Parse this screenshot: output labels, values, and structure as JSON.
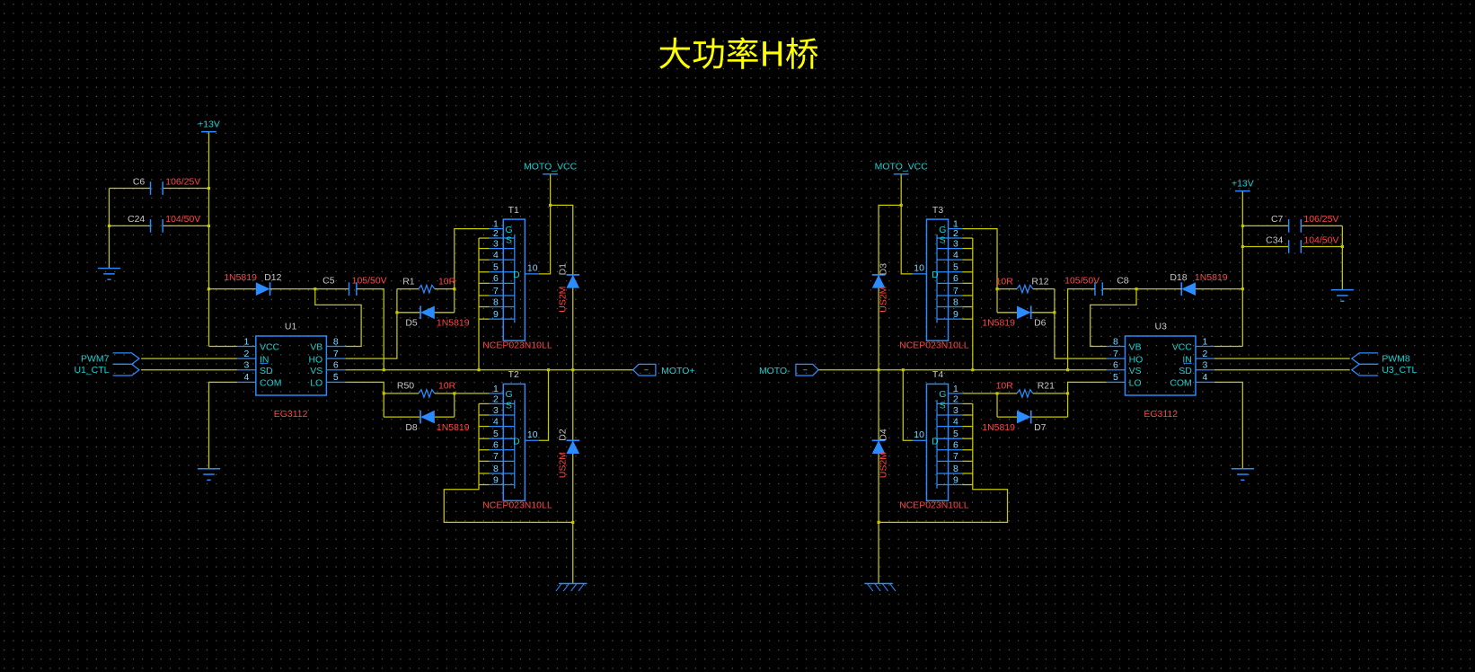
{
  "title": "大功率H桥",
  "colors": {
    "background": "#000000",
    "wire": "#c8c800",
    "component": "#2b8cff",
    "net_label": "#19d2d2",
    "value": "#ff4646",
    "reference": "#c8c8c8",
    "title": "#ffff00"
  },
  "fet_pins": {
    "numbers": [
      "1",
      "2",
      "3",
      "4",
      "5",
      "6",
      "7",
      "8",
      "9"
    ],
    "drain_number": "10",
    "gate": "G",
    "source": "S",
    "drain": "D"
  },
  "left": {
    "power": "+13V",
    "caps": [
      {
        "ref": "C6",
        "value": "106/25V"
      },
      {
        "ref": "C24",
        "value": "104/50V"
      }
    ],
    "boot_diode": {
      "ref": "D12",
      "value": "1N5819"
    },
    "boot_cap": {
      "ref": "C5",
      "value": "105/50V"
    },
    "driver": {
      "ref": "U1",
      "part": "EG3112",
      "in_pins": [
        {
          "num": "1",
          "name": "VCC"
        },
        {
          "num": "2",
          "name": "IN"
        },
        {
          "num": "3",
          "name": "SD"
        },
        {
          "num": "4",
          "name": "COM"
        }
      ],
      "out_pins": [
        {
          "num": "8",
          "name": "VB"
        },
        {
          "num": "7",
          "name": "HO"
        },
        {
          "num": "6",
          "name": "VS"
        },
        {
          "num": "5",
          "name": "LO"
        }
      ]
    },
    "high_gate": {
      "res_ref": "R1",
      "res_value": "10R",
      "diode_ref": "D5",
      "diode_value": "1N5819"
    },
    "low_gate": {
      "res_ref": "R50",
      "res_value": "10R",
      "diode_ref": "D8",
      "diode_value": "1N5819"
    },
    "high_fet": {
      "ref": "T1",
      "part": "NCEP023N10LL"
    },
    "low_fet": {
      "ref": "T2",
      "part": "NCEP023N10LL"
    },
    "high_clamp": {
      "ref": "D1",
      "value": "US2M"
    },
    "low_clamp": {
      "ref": "D2",
      "value": "US2M"
    },
    "supply": "MOTO_VCC",
    "inputs": [
      "PWM7",
      "U1_CTL"
    ],
    "output": "MOTO+"
  },
  "right": {
    "power": "+13V",
    "caps": [
      {
        "ref": "C7",
        "value": "106/25V"
      },
      {
        "ref": "C34",
        "value": "104/50V"
      }
    ],
    "boot_diode": {
      "ref": "D18",
      "value": "1N5819"
    },
    "boot_cap": {
      "ref": "C8",
      "value": "105/50V"
    },
    "driver": {
      "ref": "U3",
      "part": "EG3112",
      "in_pins": [
        {
          "num": "1",
          "name": "VCC"
        },
        {
          "num": "2",
          "name": "IN"
        },
        {
          "num": "3",
          "name": "SD"
        },
        {
          "num": "4",
          "name": "COM"
        }
      ],
      "out_pins": [
        {
          "num": "8",
          "name": "VB"
        },
        {
          "num": "7",
          "name": "HO"
        },
        {
          "num": "6",
          "name": "VS"
        },
        {
          "num": "5",
          "name": "LO"
        }
      ]
    },
    "high_gate": {
      "res_ref": "R12",
      "res_value": "10R",
      "diode_ref": "D6",
      "diode_value": "1N5819"
    },
    "low_gate": {
      "res_ref": "R21",
      "res_value": "10R",
      "diode_ref": "D7",
      "diode_value": "1N5819"
    },
    "high_fet": {
      "ref": "T3",
      "part": "NCEP023N10LL"
    },
    "low_fet": {
      "ref": "T4",
      "part": "NCEP023N10LL"
    },
    "high_clamp": {
      "ref": "D3",
      "value": "US2M"
    },
    "low_clamp": {
      "ref": "D4",
      "value": "US2M"
    },
    "supply": "MOTO_VCC",
    "inputs": [
      "PWM8",
      "U3_CTL"
    ],
    "output": "MOTO-"
  }
}
